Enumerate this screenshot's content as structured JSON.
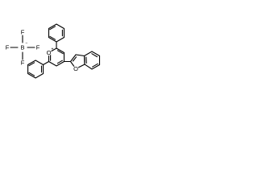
{
  "molecule": {
    "counter_anion": {
      "fluorine_top": "F",
      "fluorine_left": "F",
      "boron": "B",
      "fluorine_right": "F",
      "fluorine_bottom": "F",
      "boron_charge": "−"
    },
    "cation": {
      "pyrylium_oxygen": "O",
      "pyrylium_charge": "+",
      "benzofuran_oxygen": "O"
    }
  }
}
